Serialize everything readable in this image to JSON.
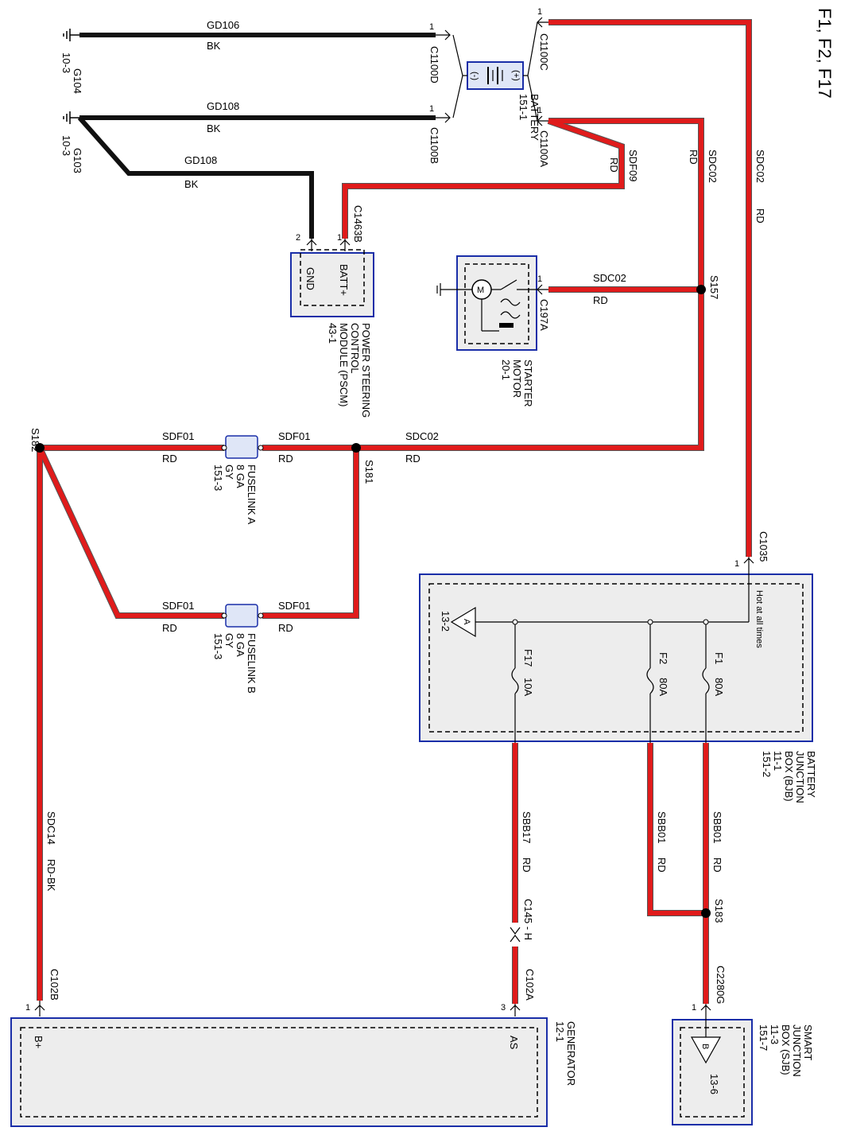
{
  "title": "F1, F2, F17",
  "wires": {
    "gd106": {
      "circuit": "GD106",
      "color": "BK"
    },
    "gd108_top": {
      "circuit": "GD108",
      "color": "BK"
    },
    "gd108_mid": {
      "circuit": "GD108",
      "color": "BK"
    },
    "sdc02_right": {
      "circuit": "SDC02",
      "color": "RD"
    },
    "sdc02_mid": {
      "circuit": "SDC02",
      "color": "RD"
    },
    "sdc02_starter": {
      "circuit": "SDC02",
      "color": "RD"
    },
    "sdc02_bottom": {
      "circuit": "SDC02",
      "color": "RD"
    },
    "sdf09": {
      "circuit": "SDF09",
      "color": "RD"
    },
    "sdf01_a_left": {
      "circuit": "SDF01",
      "color": "RD"
    },
    "sdf01_a_right": {
      "circuit": "SDF01",
      "color": "RD"
    },
    "sdf01_b_left": {
      "circuit": "SDF01",
      "color": "RD"
    },
    "sdf01_b_right": {
      "circuit": "SDF01",
      "color": "RD"
    },
    "sdc14": {
      "circuit": "SDC14",
      "color": "RD-BK"
    },
    "sbb17": {
      "circuit": "SBB17",
      "color": "RD"
    },
    "sbb01_a": {
      "circuit": "SBB01",
      "color": "RD"
    },
    "sbb01_b": {
      "circuit": "SBB01",
      "color": "RD"
    }
  },
  "grounds": {
    "g104": {
      "name": "G104",
      "ref": "10-3"
    },
    "g103": {
      "name": "G103",
      "ref": "10-3"
    }
  },
  "connectors": {
    "c1100d": {
      "name": "C1100D",
      "pin": "1"
    },
    "c1100b": {
      "name": "C1100B",
      "pin": "1"
    },
    "c1100c": {
      "name": "C1100C",
      "pin": "1"
    },
    "c1100a": {
      "name": "C1100A",
      "pin": "1"
    },
    "c1463b": {
      "name": "C1463B",
      "pin1": "1",
      "pin2": "2"
    },
    "c197a": {
      "name": "C197A",
      "pin": "1"
    },
    "c1035": {
      "name": "C1035",
      "pin": "1"
    },
    "c145h": {
      "name": "C145 - H"
    },
    "c102a": {
      "name": "C102A",
      "pin": "3"
    },
    "c102b": {
      "name": "C102B",
      "pin": "1"
    },
    "c2280g": {
      "name": "C2280G",
      "pin": "1"
    }
  },
  "splices": {
    "s157": "S157",
    "s181": "S181",
    "s182": "S182",
    "s183": "S183"
  },
  "battery": {
    "name": "BATTERY",
    "ref": "151-1",
    "neg": "(-)",
    "pos": "(+)"
  },
  "pscm": {
    "line1": "POWER STEERING",
    "line2": "CONTROL",
    "line3": "MODULE (PSCM)",
    "ref": "43-1",
    "pin_batt": "BATT+",
    "pin_gnd": "GND"
  },
  "starter": {
    "line1": "STARTER",
    "line2": "MOTOR",
    "ref": "20-1"
  },
  "fuselink_a": {
    "name": "FUSELINK A",
    "gauge": "8 GA",
    "color": "GY",
    "ref": "151-3"
  },
  "fuselink_b": {
    "name": "FUSELINK B",
    "gauge": "8 GA",
    "color": "GY",
    "ref": "151-3"
  },
  "bjb": {
    "line1": "BATTERY",
    "line2": "JUNCTION",
    "line3": "BOX (BJB)",
    "ref1": "11-1",
    "ref2": "151-2",
    "hot": "Hot at all times",
    "ref_arrow": "13-2",
    "arrow_label": "A",
    "fuses": [
      {
        "name": "F1",
        "rating": "80A"
      },
      {
        "name": "F2",
        "rating": "80A"
      },
      {
        "name": "F17",
        "rating": "10A"
      }
    ]
  },
  "generator": {
    "name": "GENERATOR",
    "ref": "12-1",
    "pin_b": "B+",
    "pin_as": "AS"
  },
  "sjb": {
    "line1": "SMART",
    "line2": "JUNCTION",
    "line3": "BOX (SJB)",
    "ref1": "11-3",
    "ref2": "151-7",
    "ref_arrow": "13-6",
    "arrow_label": "B"
  }
}
